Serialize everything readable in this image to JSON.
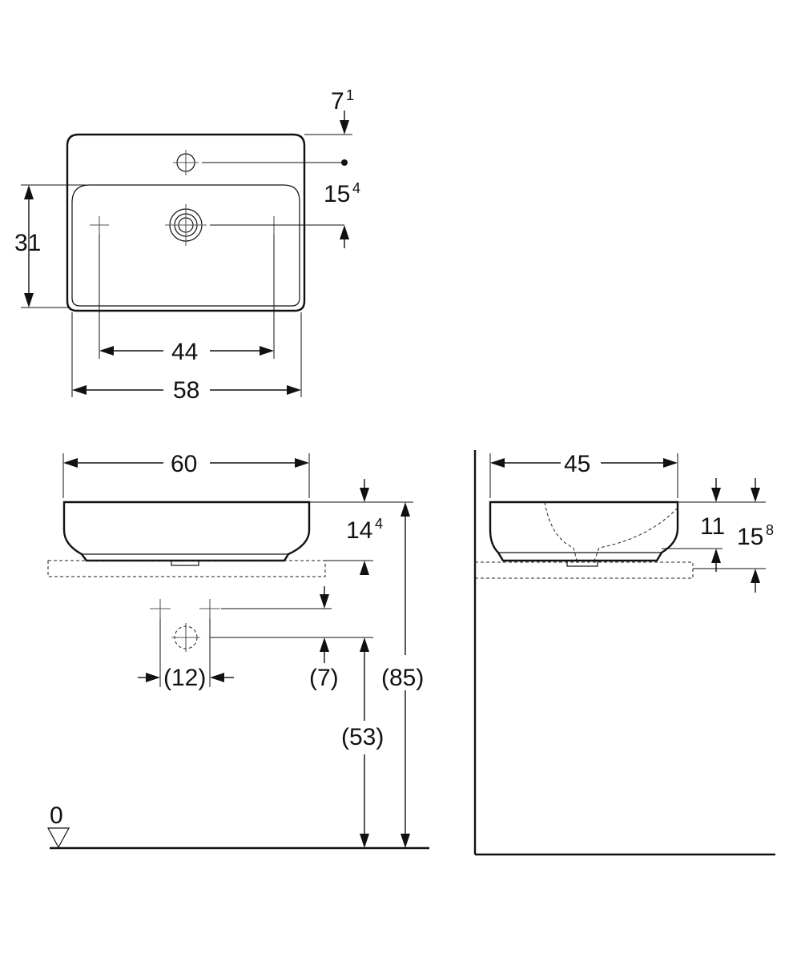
{
  "dimensions": {
    "top_offset": {
      "main": "7",
      "sup": "1"
    },
    "hole_spacing": {
      "main": "15",
      "sup": "4"
    },
    "bowl_depth_top": "31",
    "connection_spacing": "44",
    "inner_width": "58",
    "outer_width": "60",
    "basin_height_front": {
      "main": "14",
      "sup": "4"
    },
    "connection_offset": "(12)",
    "connection_height": "(7)",
    "outlet_height": "(53)",
    "total_height": "(85)",
    "side_depth": "45",
    "side_bowl_height": "11",
    "side_total_height": {
      "main": "15",
      "sup": "8"
    },
    "floor_level": "0"
  },
  "icons": {
    "tap_hole": "tap-hole-icon",
    "waste_outlet": "waste-outlet-icon",
    "floor_marker": "floor-level-triangle-icon"
  }
}
